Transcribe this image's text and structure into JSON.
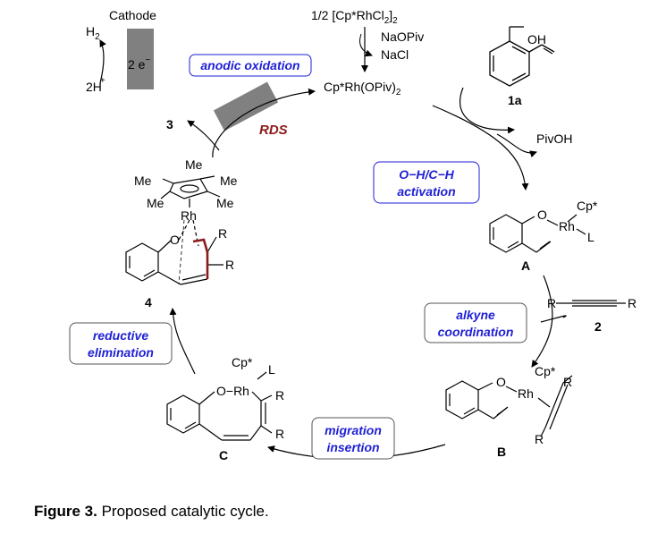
{
  "caption": {
    "label": "Figure 3.",
    "text": " Proposed catalytic cycle."
  },
  "electrochem": {
    "cathode": "Cathode",
    "h2": "H",
    "h2_sub": "2",
    "two_h": "2H",
    "plus": "+",
    "electrons": "2 e",
    "electron_sign": "−"
  },
  "precatalyst": {
    "text": "1/2 [Cp*RhCl",
    "sub": "2",
    "tail": "]",
    "tail_sub": "2"
  },
  "reagents": {
    "top": "NaOPiv",
    "bottom": "NaCl"
  },
  "catalyst": {
    "text": "Cp*Rh(OPiv)",
    "sub": "2"
  },
  "substrate": {
    "oh": "OH",
    "label": "1a"
  },
  "byproduct": "PivOH",
  "alkyne": {
    "r_left": "R",
    "r_right": "R",
    "label": "2"
  },
  "steps": {
    "anodic": "anodic oxidation",
    "rds": "RDS",
    "activation_line1": "O−H/C−H",
    "activation_line2": "activation",
    "coordination_line1": "alkyne",
    "coordination_line2": "coordination",
    "migration_line1": "migration",
    "migration_line2": "insertion",
    "reductive_line1": "reductive",
    "reductive_line2": "elimination"
  },
  "compounds": {
    "product_label": "3",
    "intermediate4_label": "4",
    "A": {
      "label": "A",
      "cp": "Cp*",
      "rh": "Rh",
      "o": "O",
      "l": "L"
    },
    "B": {
      "label": "B",
      "cp": "Cp*",
      "rh": "Rh",
      "o": "O",
      "r1": "R",
      "r2": "R"
    },
    "C": {
      "label": "C",
      "cp": "Cp*",
      "rh": "O−Rh",
      "l": "L",
      "r1": "R",
      "r2": "R"
    },
    "four": {
      "me": "Me",
      "rh": "Rh",
      "o": "O",
      "r1": "R",
      "r2": "R"
    }
  },
  "colors": {
    "step_text": "#1f1fd6",
    "step_border": "#1f1fd6",
    "rds": "#8b1a1a",
    "electrode": "#808080",
    "bond_highlight": "#8b1a1a"
  }
}
